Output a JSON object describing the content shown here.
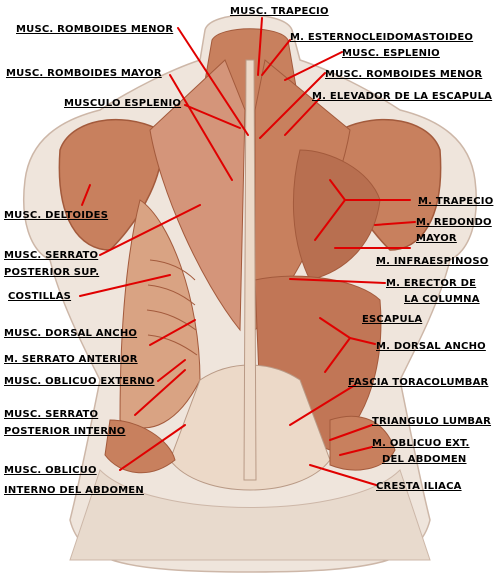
{
  "colors": {
    "leader": "#e00000",
    "muscle": "#c8805e",
    "muscle_dark": "#a35a3c",
    "muscle_light": "#e4b394",
    "tendon": "#ecd9c8",
    "skin": "#efe5dc",
    "text": "#000000"
  },
  "labels": {
    "romboides_menor_l": "MUSC. ROMBOIDES MENOR",
    "trapecio_top": "MUSC. TRAPECIO",
    "esternocleido": "M. ESTERNOCLEIDOMASTOIDEO",
    "esplenio_r": "MUSC. ESPLENIO",
    "romboides_mayor_l": "MUSC. ROMBOIDES MAYOR",
    "romboides_menor_r": "MUSC. ROMBOIDES MENOR",
    "elevador": "M. ELEVADOR DE LA ESCAPULA",
    "esplenio_l": "MUSCULO ESPLENIO",
    "deltoides": "MUSC. DELTOIDES",
    "trapecio_r": "M. TRAPECIO",
    "redondo_1": "M. REDONDO",
    "redondo_2": "MAYOR",
    "serrato_sup_1": "MUSC. SERRATO",
    "serrato_sup_2": "POSTERIOR SUP.",
    "infraespinoso": "M. INFRAESPINOSO",
    "costillas": "COSTILLAS",
    "erector_1": "M. ERECTOR DE",
    "erector_2": "LA COLUMNA",
    "escapula": "ESCAPULA",
    "dorsal_l": "MUSC. DORSAL ANCHO",
    "dorsal_r": "M. DORSAL ANCHO",
    "serrato_ant": "M. SERRATO ANTERIOR",
    "oblicuo_ext_l": "MUSC. OBLICUO EXTERNO",
    "fascia": "FASCIA TORACOLUMBAR",
    "serrato_int_1": "MUSC. SERRATO",
    "serrato_int_2": "POSTERIOR INTERNO",
    "triangulo": "TRIANGULO LUMBAR",
    "oblicuo_ext_r1": "M. OBLICUO EXT.",
    "oblicuo_ext_r2": "DEL ABDOMEN",
    "oblicuo_int_1": "MUSC. OBLICUO",
    "oblicuo_int_2": "INTERNO DEL ABDOMEN",
    "cresta": "CRESTA ILIACA"
  }
}
